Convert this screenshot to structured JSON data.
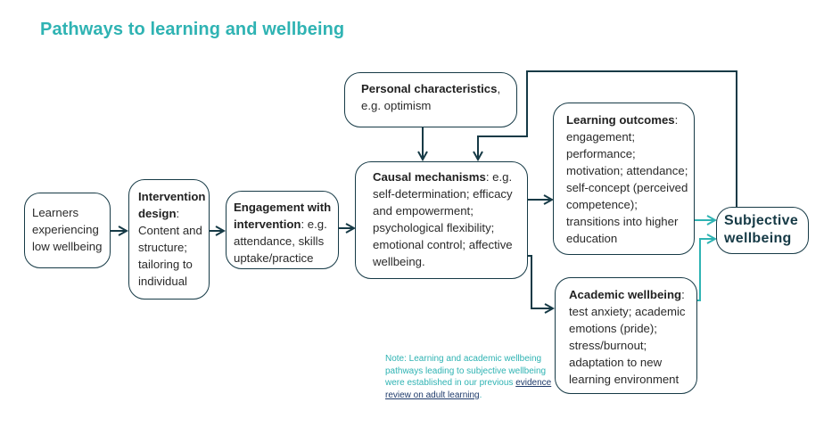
{
  "title": "Pathways to learning and wellbeing",
  "colors": {
    "title": "#2fb3b3",
    "box_border": "#163a46",
    "main_arrow": "#163a46",
    "wellbeing_arrow": "#2fb3b3",
    "note_text": "#2fb3b3",
    "link": "#1f3b6b"
  },
  "nodes": {
    "learners": {
      "text": "Learners experiencing low wellbeing"
    },
    "intervention": {
      "bold": "Intervention design",
      "rest": ": Content and structure; tailoring to individual"
    },
    "engagement": {
      "bold": "Engagement with intervention",
      "rest": ": e.g. attendance, skills uptake/practice"
    },
    "personal": {
      "bold": "Personal characteristics",
      "rest": ", e.g. optimism"
    },
    "causal": {
      "bold": "Causal mechanisms",
      "rest": ": e.g. self-determination; efficacy and empowerment; psychological flexibility; emotional control; affective wellbeing."
    },
    "learning": {
      "bold": "Learning outcomes",
      "rest": ": engagement; performance; motivation; attendance; self-concept (perceived competence); transitions into higher education"
    },
    "academic": {
      "bold": "Academic wellbeing",
      "rest": ": test anxiety; academic emotions (pride); stress/burnout; adaptation to new learning environment"
    },
    "subjective": {
      "text": "Subjective wellbeing"
    }
  },
  "note": {
    "text": "Note: Learning and academic wellbeing pathways leading to subjective wellbeing were established in our previous ",
    "link_text": "evidence review on adult learning",
    "suffix": "."
  },
  "edges": [
    {
      "from": "learners",
      "to": "intervention"
    },
    {
      "from": "intervention",
      "to": "engagement"
    },
    {
      "from": "engagement",
      "to": "causal"
    },
    {
      "from": "personal",
      "to": "causal"
    },
    {
      "from": "subjective",
      "to": "causal",
      "type": "feedback-loop"
    },
    {
      "from": "causal",
      "to": "learning"
    },
    {
      "from": "causal",
      "to": "academic"
    },
    {
      "from": "learning",
      "to": "subjective"
    },
    {
      "from": "academic",
      "to": "subjective"
    }
  ]
}
